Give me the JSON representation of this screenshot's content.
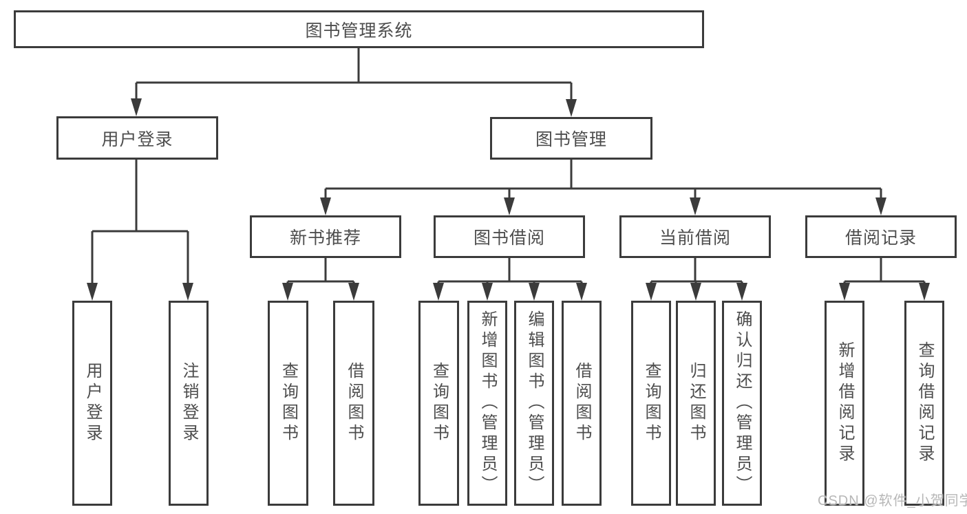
{
  "watermark": "CSDN @软件_小贺同学",
  "colors": {
    "line": "#3b3b3b",
    "box_border": "#3b3b3b",
    "text": "#4d4d4d",
    "watermark": "#b7b7b7",
    "background": "#ffffff"
  },
  "tree": {
    "label": "图书管理系统",
    "children": [
      {
        "label": "用户登录",
        "children": [
          {
            "label": "用户登录"
          },
          {
            "label": "注销登录"
          }
        ]
      },
      {
        "label": "图书管理",
        "children": [
          {
            "label": "新书推荐",
            "children": [
              {
                "label": "查询图书"
              },
              {
                "label": "借阅图书"
              }
            ]
          },
          {
            "label": "图书借阅",
            "children": [
              {
                "label": "查询图书"
              },
              {
                "label": "新增图书（管理员）"
              },
              {
                "label": "编辑图书（管理员）"
              },
              {
                "label": "借阅图书"
              }
            ]
          },
          {
            "label": "当前借阅",
            "children": [
              {
                "label": "查询图书"
              },
              {
                "label": "归还图书"
              },
              {
                "label": "确认归还（管理员）"
              }
            ]
          },
          {
            "label": "借阅记录",
            "children": [
              {
                "label": "新增借阅记录"
              },
              {
                "label": "查询借阅记录"
              }
            ]
          }
        ]
      }
    ]
  }
}
